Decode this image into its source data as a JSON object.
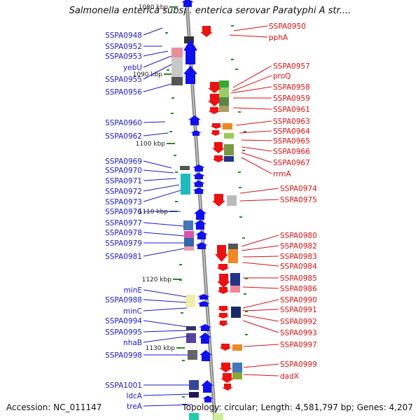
{
  "title": "Salmonella enterica subsp. enterica serovar Paratyphi A str....",
  "footer": {
    "accession": "Accession: NC_011147",
    "summary": "Topology: circular; Length: 4,581,797 bp; Genes: 4,207"
  },
  "colors": {
    "left_label": "#1a1acc",
    "right_label": "#dd1111",
    "left_arrow": "#1010ee",
    "right_arrow": "#ee1111",
    "backbone": "#999999",
    "tick": "#2a8a2a"
  },
  "ticks": [
    "1080 kbp",
    "1090 kbp",
    "1100 kbp",
    "1110 kbp",
    "1120 kbp",
    "1130 kbp"
  ],
  "left_genes": [
    "SSPA0948",
    "SSPA0952",
    "SSPA0953",
    "yebU",
    "SSPA0955",
    "SSPA0956",
    "SSPA0960",
    "SSPA0962",
    "SSPA0969",
    "SSPA0970",
    "SSPA0971",
    "SSPA0972",
    "SSPA0973",
    "SSPA0976",
    "SSPA0977",
    "SSPA0978",
    "SSPA0979",
    "SSPA0981",
    "minE",
    "SSPA0988",
    "minC",
    "SSPA0994",
    "SSPA0995",
    "nhaB",
    "SSPA0998",
    "SSPA1001",
    "ldcA",
    "treA"
  ],
  "right_genes": [
    "SSPA0950",
    "pphA",
    "SSPA0957",
    "proQ",
    "SSPA0958",
    "SSPA0959",
    "SSPA0961",
    "SSPA0963",
    "SSPA0964",
    "SSPA0965",
    "SSPA0966",
    "SSPA0967",
    "rrmA",
    "SSPA0974",
    "SSPA0975",
    "SSPA0980",
    "SSPA0982",
    "SSPA0983",
    "SSPA0984",
    "SSPA0985",
    "SSPA0986",
    "SSPA0990",
    "SSPA0991",
    "SSPA0992",
    "SSPA0993",
    "SSPA0997",
    "SSPA0999",
    "dadX"
  ]
}
